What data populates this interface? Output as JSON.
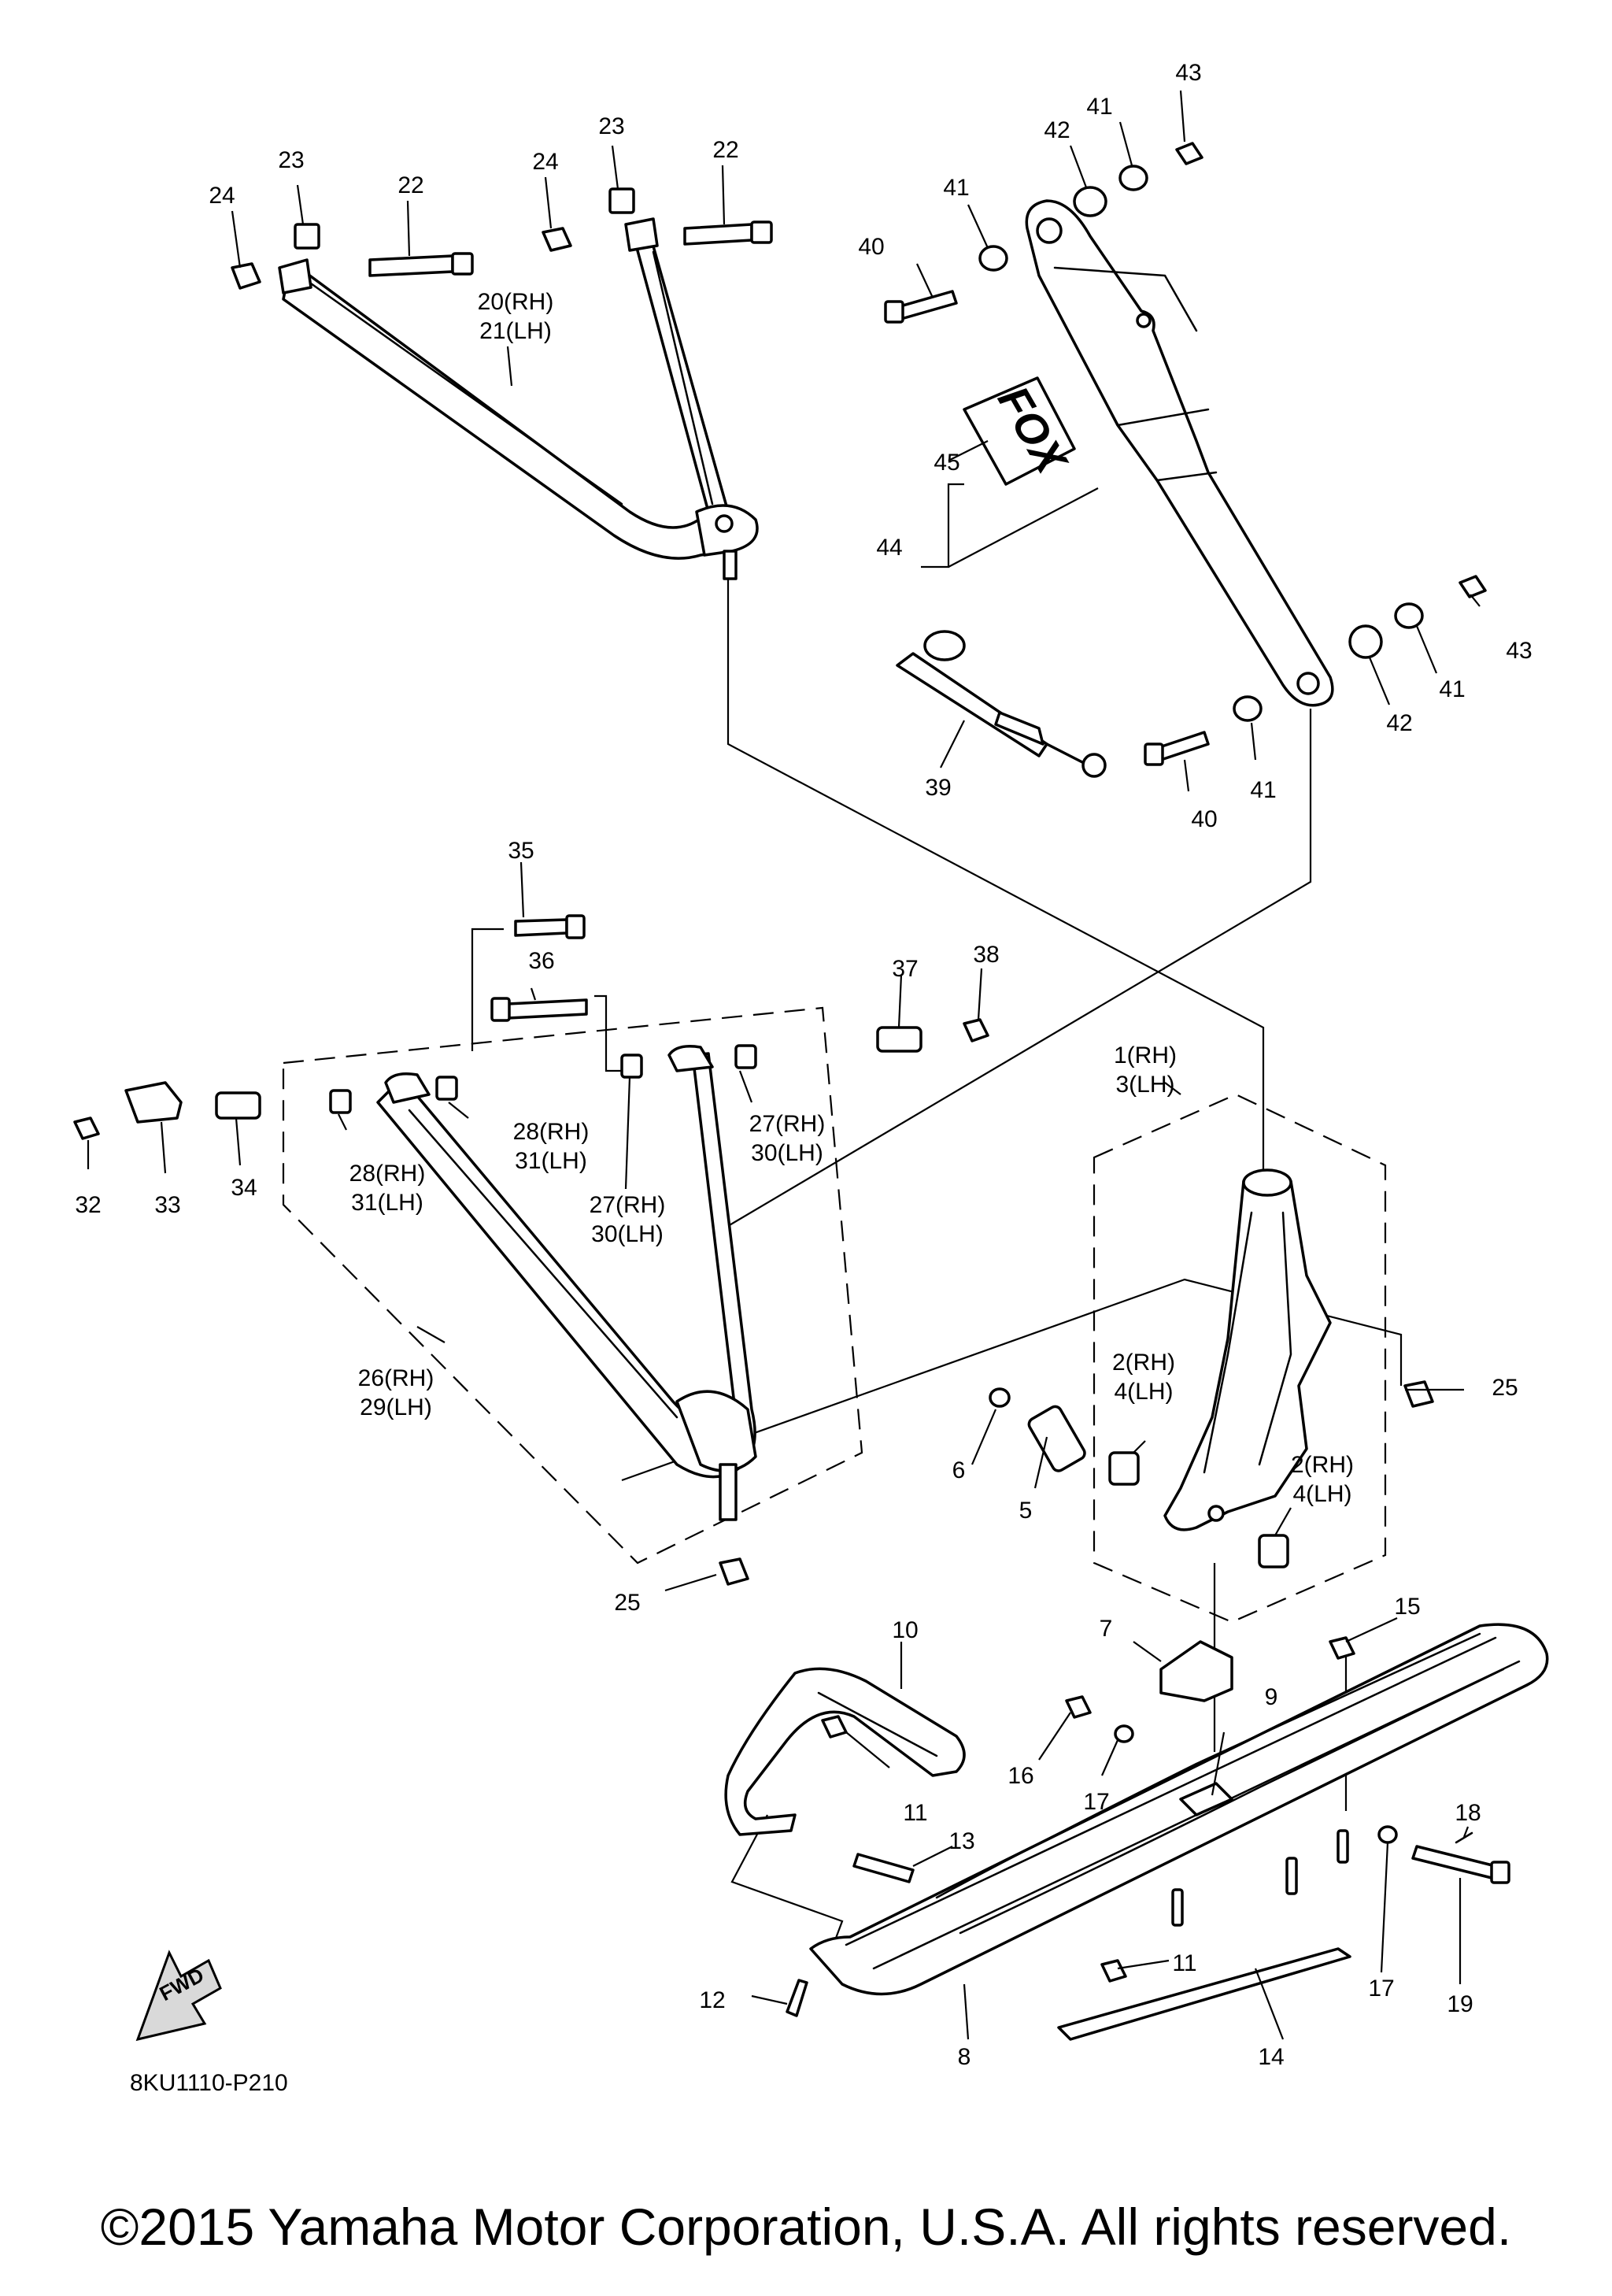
{
  "diagram_code": "8KU1110-P210",
  "direction_label": "FWD",
  "decal_text": "FOX",
  "copyright": "©2015 Yamaha Motor Corporation, U.S.A. All rights reserved.",
  "callouts": {
    "c24a": "24",
    "c23a": "23",
    "c22a": "22",
    "c24b": "24",
    "c23b": "23",
    "c22b": "22",
    "c2021": [
      "20(RH)",
      "21(LH)"
    ],
    "c43a": "43",
    "c41a": "41",
    "c42a": "42",
    "c41b": "41",
    "c40a": "40",
    "c45": "45",
    "c44": "44",
    "c43b": "43",
    "c41c": "41",
    "c42b": "42",
    "c41d": "41",
    "c40b": "40",
    "c39": "39",
    "c35": "35",
    "c36": "36",
    "c37": "37",
    "c38": "38",
    "c1_3": [
      "1(RH)",
      "3(LH)"
    ],
    "c28_31a": [
      "28(RH)",
      "31(LH)"
    ],
    "c27_30a": [
      "27(RH)",
      "30(LH)"
    ],
    "c28_31b": [
      "28(RH)",
      "31(LH)"
    ],
    "c27_30b": [
      "27(RH)",
      "30(LH)"
    ],
    "c32": "32",
    "c33": "33",
    "c34": "34",
    "c26_29": [
      "26(RH)",
      "29(LH)"
    ],
    "c2_4a": [
      "2(RH)",
      "4(LH)"
    ],
    "c2_4b": [
      "2(RH)",
      "4(LH)"
    ],
    "c25a": "25",
    "c25b": "25",
    "c6": "6",
    "c5": "5",
    "c7": "7",
    "c15": "15",
    "c10": "10",
    "c9": "9",
    "c16": "16",
    "c17a": "17",
    "c11a": "11",
    "c13": "13",
    "c18": "18",
    "c17b": "17",
    "c19": "19",
    "c11b": "11",
    "c12": "12",
    "c8": "8",
    "c14": "14"
  }
}
